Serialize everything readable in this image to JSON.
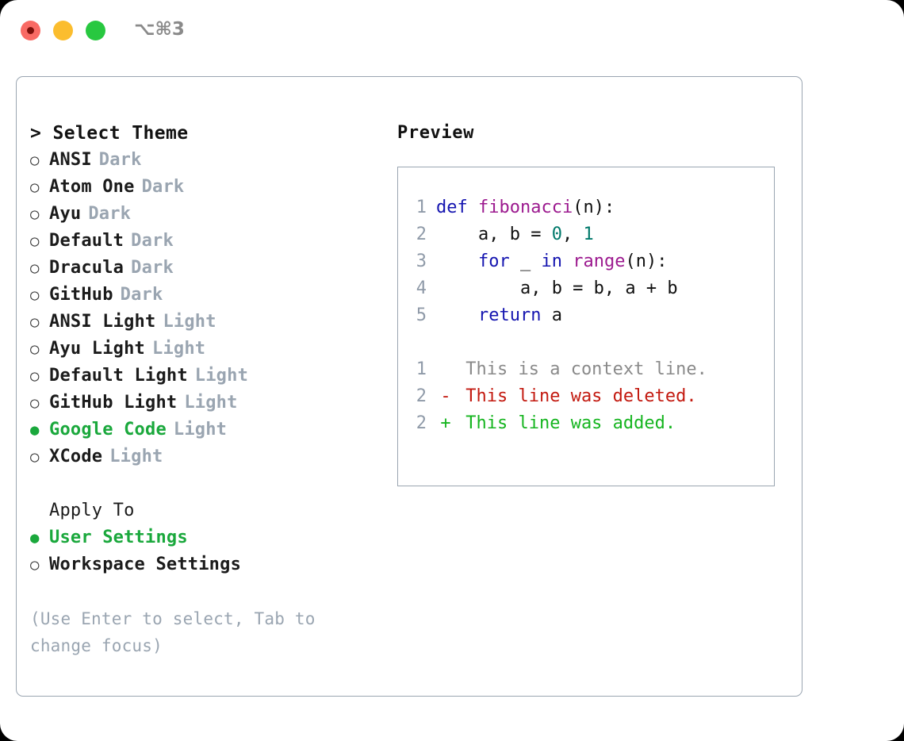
{
  "titlebar": {
    "traffic_lights": [
      "close-red",
      "minimize-amber",
      "maximize-green"
    ],
    "shortcut": "⌥⌘3"
  },
  "theme_picker": {
    "prompt": "> Select Theme",
    "bullet_off": "○",
    "bullet_on": "●",
    "themes": [
      {
        "name": "ANSI",
        "variant": "Dark",
        "selected": false
      },
      {
        "name": "Atom One",
        "variant": "Dark",
        "selected": false
      },
      {
        "name": "Ayu",
        "variant": "Dark",
        "selected": false
      },
      {
        "name": "Default",
        "variant": "Dark",
        "selected": false
      },
      {
        "name": "Dracula",
        "variant": "Dark",
        "selected": false
      },
      {
        "name": "GitHub",
        "variant": "Dark",
        "selected": false
      },
      {
        "name": "ANSI Light",
        "variant": "Light",
        "selected": false
      },
      {
        "name": "Ayu Light",
        "variant": "Light",
        "selected": false
      },
      {
        "name": "Default Light",
        "variant": "Light",
        "selected": false
      },
      {
        "name": "GitHub Light",
        "variant": "Light",
        "selected": false
      },
      {
        "name": "Google Code",
        "variant": "Light",
        "selected": true
      },
      {
        "name": "XCode",
        "variant": "Light",
        "selected": false
      }
    ]
  },
  "apply_to": {
    "heading": "Apply To",
    "options": [
      {
        "name": "User Settings",
        "selected": true
      },
      {
        "name": "Workspace Settings",
        "selected": false
      }
    ]
  },
  "hint": "(Use Enter to select, Tab to change focus)",
  "preview": {
    "label": "Preview",
    "code_lines": [
      {
        "num": "1",
        "tokens": [
          {
            "t": "def ",
            "c": "kw"
          },
          {
            "t": "fibonacci",
            "c": "fn"
          },
          {
            "t": "(n):",
            "c": "plain"
          }
        ]
      },
      {
        "num": "2",
        "tokens": [
          {
            "t": "    a, b = ",
            "c": "plain"
          },
          {
            "t": "0",
            "c": "num"
          },
          {
            "t": ", ",
            "c": "plain"
          },
          {
            "t": "1",
            "c": "num"
          }
        ]
      },
      {
        "num": "3",
        "tokens": [
          {
            "t": "    ",
            "c": "plain"
          },
          {
            "t": "for",
            "c": "kw"
          },
          {
            "t": " _ ",
            "c": "plain"
          },
          {
            "t": "in",
            "c": "kw"
          },
          {
            "t": " ",
            "c": "plain"
          },
          {
            "t": "range",
            "c": "fn"
          },
          {
            "t": "(n):",
            "c": "plain"
          }
        ]
      },
      {
        "num": "4",
        "tokens": [
          {
            "t": "        a, b = b, a + b",
            "c": "plain"
          }
        ]
      },
      {
        "num": "5",
        "tokens": [
          {
            "t": "    ",
            "c": "plain"
          },
          {
            "t": "return",
            "c": "kw"
          },
          {
            "t": " a",
            "c": "plain"
          }
        ]
      }
    ],
    "diff_lines": [
      {
        "num": "1",
        "marker": " ",
        "text": "This is a context line.",
        "kind": "ctx"
      },
      {
        "num": "2",
        "marker": "-",
        "text": "This line was deleted.",
        "kind": "del"
      },
      {
        "num": "2",
        "marker": "+",
        "text": "This line was added.",
        "kind": "add"
      }
    ]
  },
  "colors": {
    "accent_green": "#1aa83c",
    "muted": "#9aa5b1",
    "keyword": "#1515b0",
    "function": "#9c1a8f",
    "number": "#00796b",
    "diff_added": "#16b520",
    "diff_deleted": "#c31a10",
    "diff_context": "#8a8a8a",
    "border": "#9aa5b1"
  }
}
